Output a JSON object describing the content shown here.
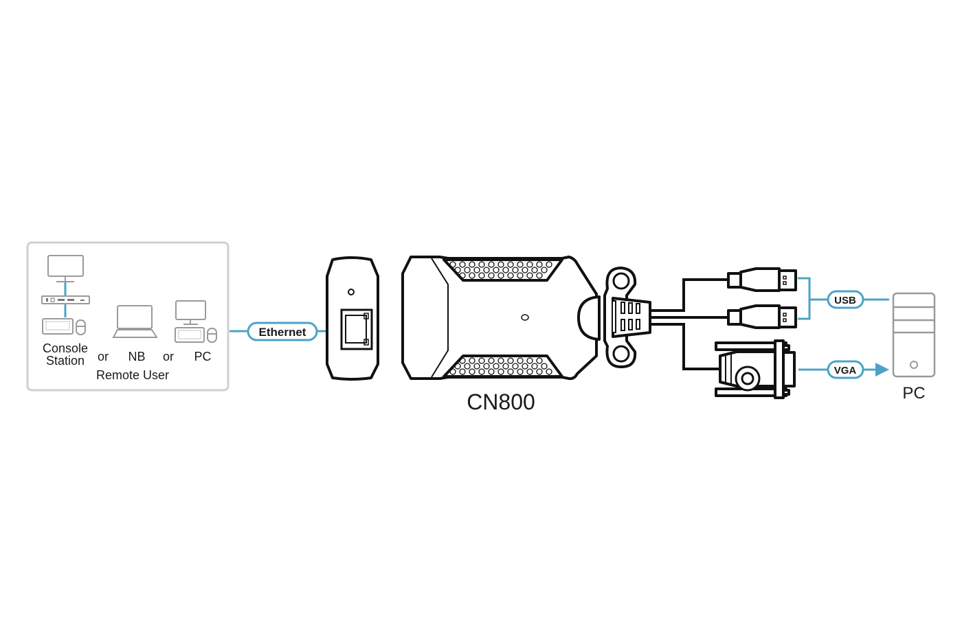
{
  "remote_panel": {
    "console_station_line1": "Console",
    "console_station_line2": "Station",
    "or_1": "or",
    "nb": "NB",
    "or_2": "or",
    "pc": "PC",
    "remote_user": "Remote User"
  },
  "connections": {
    "ethernet": "Ethernet",
    "usb": "USB",
    "vga": "VGA"
  },
  "device": {
    "name": "CN800"
  },
  "target": {
    "pc": "PC"
  },
  "colors": {
    "cable_accent": "#4ba3c7",
    "device_outline": "#111111",
    "icon_gray": "#9a9a9a"
  }
}
